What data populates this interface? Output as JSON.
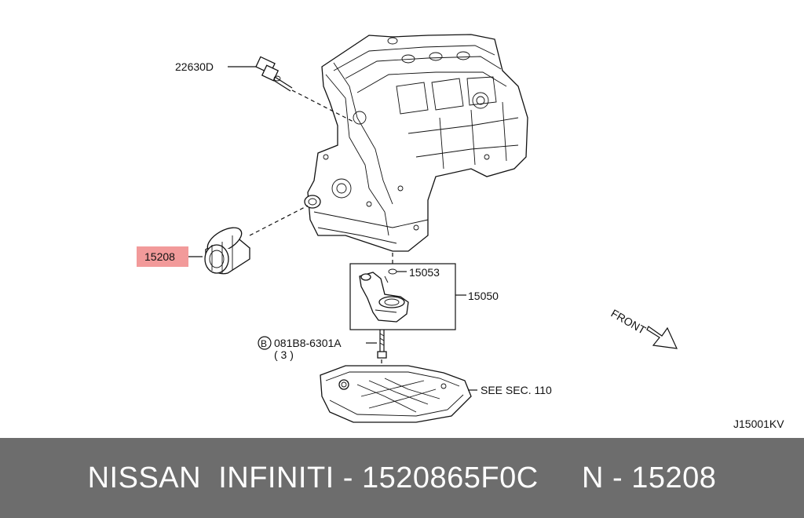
{
  "callouts": {
    "sensor": "22630D",
    "oil_filter": "15208",
    "gasket": "15053",
    "strainer": "15050",
    "bolt_symbol": "B",
    "bolt": "081B8-6301A",
    "bolt_qty": "( 3 )",
    "oil_pan": "SEE SEC. 110",
    "front": "FRONT",
    "diagram_code": "J15001KV"
  },
  "colors": {
    "highlight": "#f29a9a",
    "footer_bg": "#6d6d6d",
    "footer_text": "#ffffff"
  },
  "footer": {
    "text": "NISSAN  INFINITI - 1520865F0C     N - 15208"
  }
}
